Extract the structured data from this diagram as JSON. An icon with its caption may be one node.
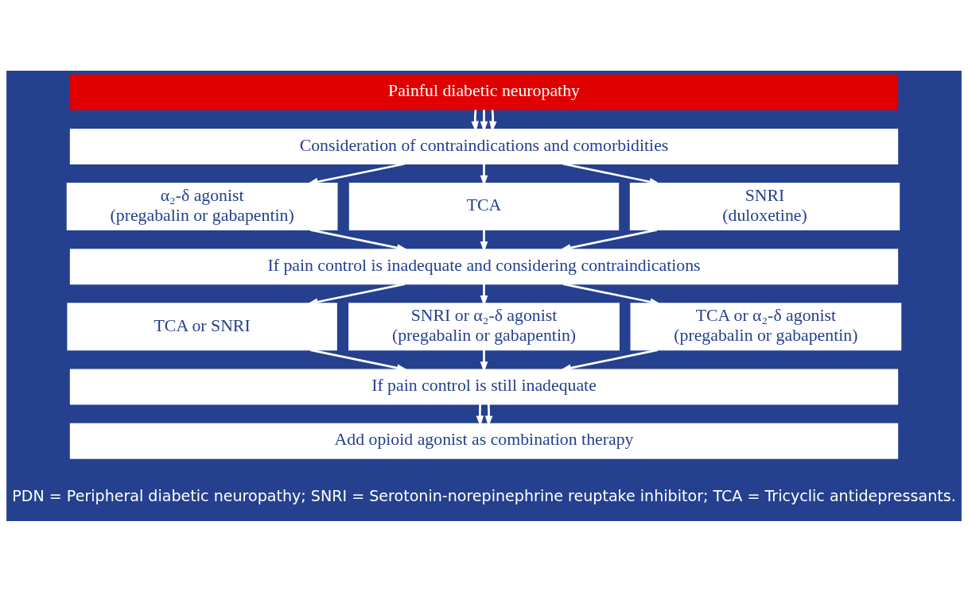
{
  "diagram": {
    "nodes": [
      {
        "text": [
          "Painful diabetic neuropathy"
        ]
      },
      {
        "text": [
          "Consideration of contraindications and comorbidities"
        ]
      },
      {
        "text": [
          "α₂-δ agonist",
          "(pregabalin or gabapentin)"
        ]
      },
      {
        "text": [
          "TCA"
        ]
      },
      {
        "text": [
          "SNRI",
          "(duloxetine)"
        ]
      },
      {
        "text": [
          "If pain control is inadequate and considering contraindications"
        ]
      },
      {
        "text": [
          "TCA or SNRI"
        ]
      },
      {
        "text": [
          "SNRI or α₂-δ agonist",
          "(pregabalin or gabapentin)"
        ]
      },
      {
        "text": [
          "TCA or α₂-δ agonist",
          "(pregabalin or gabapentin)"
        ]
      },
      {
        "text": [
          "If pain control is still inadequate"
        ]
      },
      {
        "text": [
          "Add opioid agonist as combination therapy"
        ]
      }
    ],
    "edges": [
      {
        "from": 0,
        "to": 1,
        "arrow": "to"
      },
      {
        "from": 0,
        "to": 1,
        "arrow": "to"
      },
      {
        "from": 0,
        "to": 1,
        "arrow": "to"
      },
      {
        "from": 1,
        "to": 2,
        "arrow": "to"
      },
      {
        "from": 1,
        "to": 3,
        "arrow": "to"
      },
      {
        "from": 1,
        "to": 4,
        "arrow": "to"
      },
      {
        "from": 2,
        "to": 5,
        "arrow": "to"
      },
      {
        "from": 3,
        "to": 5,
        "arrow": "to"
      },
      {
        "from": 4,
        "to": 5,
        "arrow": "to"
      },
      {
        "from": 5,
        "to": 6,
        "arrow": "to"
      },
      {
        "from": 5,
        "to": 7,
        "arrow": "to"
      },
      {
        "from": 5,
        "to": 8,
        "arrow": "to"
      },
      {
        "from": 6,
        "to": 9,
        "arrow": "to"
      },
      {
        "from": 7,
        "to": 9,
        "arrow": "to"
      },
      {
        "from": 8,
        "to": 9,
        "arrow": "to"
      },
      {
        "from": 9,
        "to": 10,
        "arrow": "to"
      },
      {
        "from": 9,
        "to": 10,
        "arrow": "to"
      }
    ],
    "labels": [
      "PDN = Peripheral diabetic neuropathy; SNRI = Serotonin-norepinephrine reuptake inhibitor; TCA = Tricyclic antidepressants."
    ]
  }
}
